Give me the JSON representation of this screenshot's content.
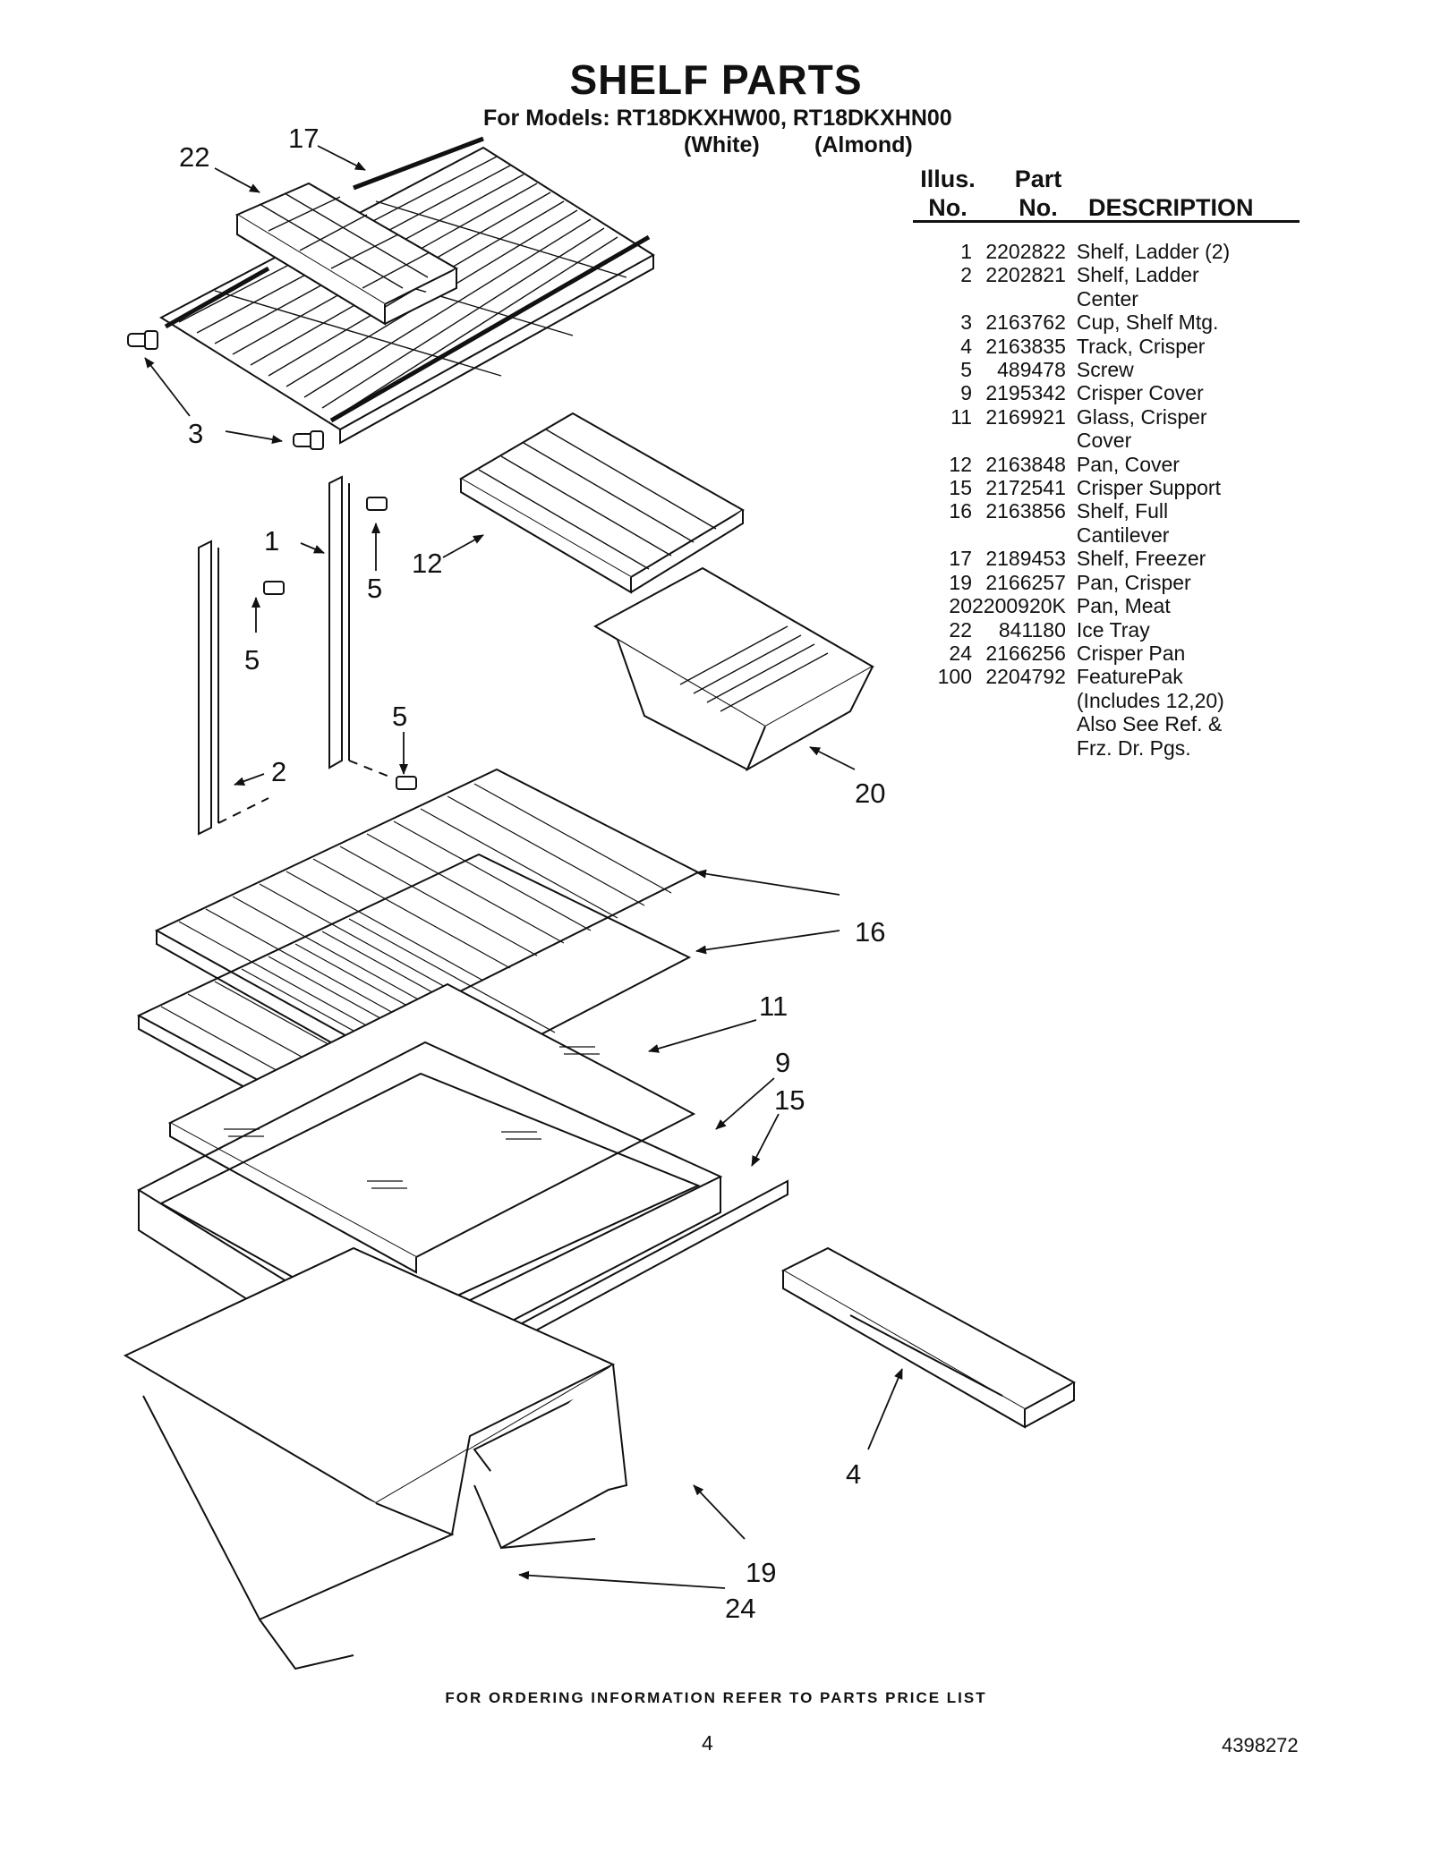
{
  "header": {
    "title": "SHELF PARTS",
    "models": "For Models: RT18DKXHW00, RT18DKXHN00",
    "color_white": "(White)",
    "color_almond": "(Almond)"
  },
  "parts_list": {
    "col_illus": [
      "Illus.",
      "No."
    ],
    "col_part": [
      "Part",
      "No."
    ],
    "col_desc": "DESCRIPTION",
    "rows": [
      {
        "illus": "1",
        "part": "2202822",
        "desc": [
          "Shelf, Ladder (2)"
        ]
      },
      {
        "illus": "2",
        "part": "2202821",
        "desc": [
          "Shelf, Ladder",
          "Center"
        ]
      },
      {
        "illus": "3",
        "part": "2163762",
        "desc": [
          "Cup, Shelf Mtg."
        ]
      },
      {
        "illus": "4",
        "part": "2163835",
        "desc": [
          "Track, Crisper"
        ]
      },
      {
        "illus": "5",
        "part": "489478",
        "desc": [
          "Screw"
        ]
      },
      {
        "illus": "9",
        "part": "2195342",
        "desc": [
          "Crisper Cover"
        ]
      },
      {
        "illus": "11",
        "part": "2169921",
        "desc": [
          "Glass, Crisper",
          "Cover"
        ]
      },
      {
        "illus": "12",
        "part": "2163848",
        "desc": [
          "Pan, Cover"
        ]
      },
      {
        "illus": "15",
        "part": "2172541",
        "desc": [
          "Crisper Support"
        ]
      },
      {
        "illus": "16",
        "part": "2163856",
        "desc": [
          "Shelf, Full",
          "Cantilever"
        ]
      },
      {
        "illus": "17",
        "part": "2189453",
        "desc": [
          "Shelf, Freezer"
        ]
      },
      {
        "illus": "19",
        "part": "2166257",
        "desc": [
          "Pan, Crisper"
        ]
      },
      {
        "illus": "20",
        "part": "2200920K",
        "desc": [
          "Pan, Meat"
        ]
      },
      {
        "illus": "22",
        "part": "841180",
        "desc": [
          "Ice Tray"
        ]
      },
      {
        "illus": "24",
        "part": "2166256",
        "desc": [
          "Crisper Pan"
        ]
      },
      {
        "illus": "100",
        "part": "2204792",
        "desc": [
          "FeaturePak",
          "(Includes 12,20)",
          "Also See Ref. &",
          "Frz. Dr. Pgs."
        ]
      }
    ]
  },
  "diagram": {
    "callouts": {
      "c22": "22",
      "c17": "17",
      "c3": "3",
      "c1": "1",
      "c12": "12",
      "c5a": "5",
      "c5b": "5",
      "c5c": "5",
      "c2": "2",
      "c20": "20",
      "c16": "16",
      "c11": "11",
      "c9": "9",
      "c15": "15",
      "c4": "4",
      "c19": "19",
      "c24": "24"
    }
  },
  "footer": {
    "ordering_note": "FOR ORDERING INFORMATION REFER TO PARTS PRICE LIST",
    "page_number": "4",
    "doc_number": "4398272"
  }
}
